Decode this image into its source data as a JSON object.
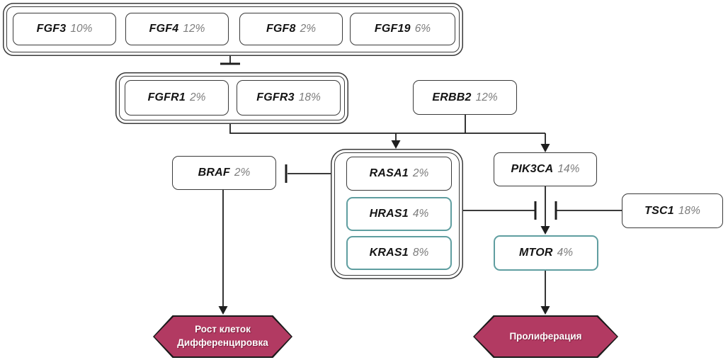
{
  "nodes": {
    "fgf3": {
      "gene": "FGF3",
      "pct": "10%"
    },
    "fgf4": {
      "gene": "FGF4",
      "pct": "12%"
    },
    "fgf8": {
      "gene": "FGF8",
      "pct": "2%"
    },
    "fgf19": {
      "gene": "FGF19",
      "pct": "6%"
    },
    "fgfr1": {
      "gene": "FGFR1",
      "pct": "2%"
    },
    "fgfr3": {
      "gene": "FGFR3",
      "pct": "18%"
    },
    "erbb2": {
      "gene": "ERBB2",
      "pct": "12%"
    },
    "braf": {
      "gene": "BRAF",
      "pct": "2%"
    },
    "rasa1": {
      "gene": "RASA1",
      "pct": "2%"
    },
    "hras1": {
      "gene": "HRAS1",
      "pct": "4%"
    },
    "kras1": {
      "gene": "KRAS1",
      "pct": "8%"
    },
    "pik3ca": {
      "gene": "PIK3CA",
      "pct": "14%"
    },
    "tsc1": {
      "gene": "TSC1",
      "pct": "18%"
    },
    "mtor": {
      "gene": "MTOR",
      "pct": "4%"
    }
  },
  "outcomes": {
    "growth_differentiation": {
      "line1": "Рост клеток",
      "line2": "Дифференцировка"
    },
    "proliferation": {
      "line1": "Пролиферация"
    }
  },
  "edges": [
    {
      "from": "FGF3/FGF4/FGF8/FGF19 group",
      "to": "FGFR1/FGFR3 group",
      "type": "inhibition"
    },
    {
      "from": "FGFR1/FGFR3 group",
      "to": "RASA1/HRAS1/KRAS1 group",
      "type": "activation"
    },
    {
      "from": "ERBB2",
      "to": "RASA1/HRAS1/KRAS1 group",
      "type": "activation"
    },
    {
      "from": "FGFR1/FGFR3 group",
      "to": "PIK3CA",
      "type": "activation"
    },
    {
      "from": "ERBB2",
      "to": "PIK3CA",
      "type": "activation"
    },
    {
      "from": "RASA1",
      "to": "BRAF",
      "type": "inhibition"
    },
    {
      "from": "BRAF",
      "to": "Рост клеток / Дифференцировка",
      "type": "activation"
    },
    {
      "from": "PIK3CA",
      "to": "MTOR",
      "type": "activation"
    },
    {
      "from": "RASA1/HRAS1/KRAS1 group",
      "to": "PIK3CA–MTOR axis",
      "type": "inhibition"
    },
    {
      "from": "TSC1",
      "to": "PIK3CA–MTOR axis",
      "type": "inhibition"
    },
    {
      "from": "MTOR",
      "to": "Пролиферация",
      "type": "activation"
    }
  ],
  "colors": {
    "box_border": "#3a3a3a",
    "highlight_border": "#5f9ea0",
    "outcome_fill": "#b23a62",
    "outcome_text": "#ffffff",
    "pct_text": "#7d7d7d",
    "line": "#1f1f1f"
  }
}
